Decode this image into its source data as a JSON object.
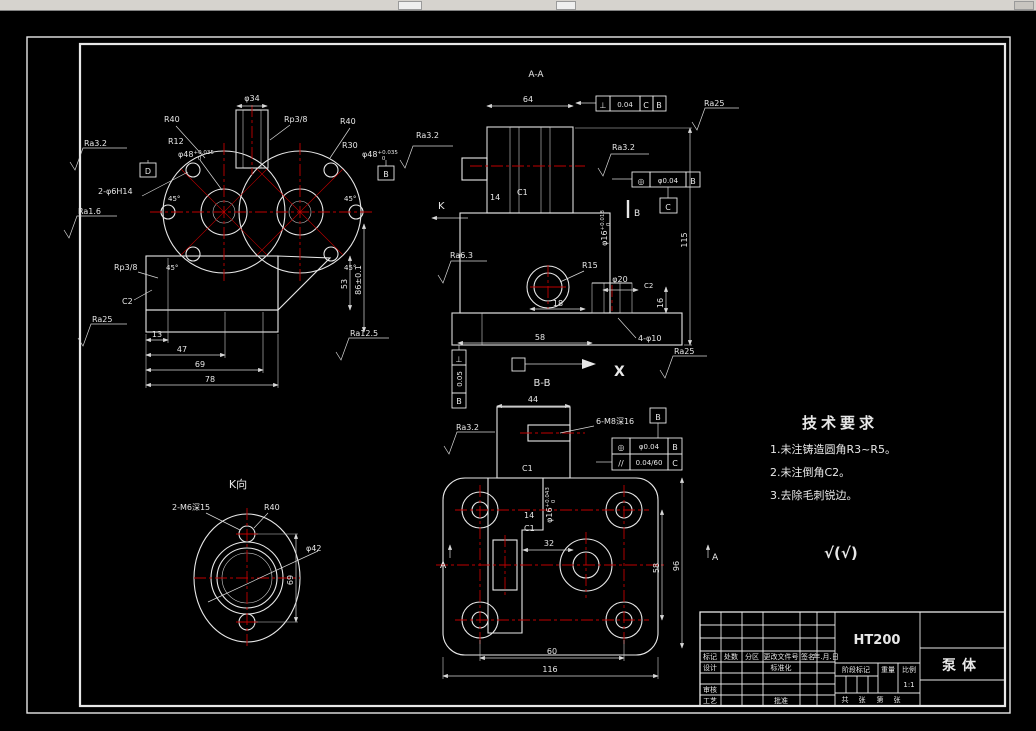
{
  "front": {
    "ra32": "Ra3.2",
    "ra16": "Ra1.6",
    "ra25": "Ra25",
    "ra125": "Ra12.5",
    "d48": "φ48",
    "d48hi": "+0.035",
    "d48lo": "0",
    "datumL": "D",
    "datumR": "B",
    "r40": "R40",
    "r12": "R12",
    "r30": "R30",
    "d34": "φ34",
    "rp38": "Rp3/8",
    "holes": "2-φ6H14",
    "a45": "45°",
    "c2": "C2",
    "d13": "13",
    "d47": "47",
    "d69": "69",
    "d78": "78",
    "h86": "86±0.1",
    "h53": "53",
    "k": "K"
  },
  "aa": {
    "title": "A-A",
    "d64": "64",
    "fcf1": {
      "sym": "⊥",
      "tol": "0.04",
      "d1": "C",
      "d2": "B"
    },
    "ra25": "Ra25",
    "ra32": "Ra3.2",
    "fcf2": {
      "sym": "◎",
      "tol": "φ0.04",
      "d": "B"
    },
    "datumC": "C",
    "d16": "φ16",
    "d16hi": "+0.018",
    "d16lo": "0",
    "d14": "14",
    "c1": "C1",
    "bmark": "B",
    "d115": "115"
  },
  "bb": {
    "title": "B-B",
    "ra63": "Ra6.3",
    "r15": "R15",
    "d18": "18",
    "c2": "C2",
    "d20": "φ20",
    "d16": "16",
    "d58": "58",
    "holes": "4-φ10",
    "ra25": "Ra25",
    "xmark": "X",
    "fcf": {
      "sym": "⊥",
      "tol": "0.05",
      "d": "B"
    }
  },
  "bottom": {
    "d44": "44",
    "holes": "6-M8深16",
    "datumB": "B",
    "fcfr1": {
      "sym": "◎",
      "tol": "φ0.04",
      "d": "B"
    },
    "fcfr2": {
      "sym": "//",
      "tol": "0.04/60",
      "d": "C"
    },
    "ra32": "Ra3.2",
    "c1": "C1",
    "d14": "14",
    "d16": "φ16",
    "d16hi": "+0.043",
    "d16lo": "0",
    "d32": "32",
    "d60": "60",
    "d116": "116",
    "d58": "58",
    "d96": "96",
    "amark": "A"
  },
  "kview": {
    "title": "K向",
    "holes": "2-M6深15",
    "r40": "R40",
    "d42": "φ42",
    "d69": "69"
  },
  "tech": {
    "title": "技术要求",
    "items": [
      "1.未注铸造圆角R3~R5。",
      "2.未注倒角C2。",
      "3.去除毛刺锐边。"
    ],
    "surface_note": "√(√)"
  },
  "titleblock": {
    "material": "HT200",
    "part": "泵体",
    "cols": [
      "标记",
      "处数",
      "分区",
      "更改文件号",
      "签名",
      "年.月.日"
    ],
    "design": "设计",
    "standard": "标准化",
    "check": "审核",
    "process": "工艺",
    "approve": "批准",
    "stage": "阶段标记",
    "weight": "重量",
    "scale": "比例",
    "scale_val": "1:1",
    "sheet": [
      "共",
      "张",
      "第",
      "张"
    ]
  }
}
